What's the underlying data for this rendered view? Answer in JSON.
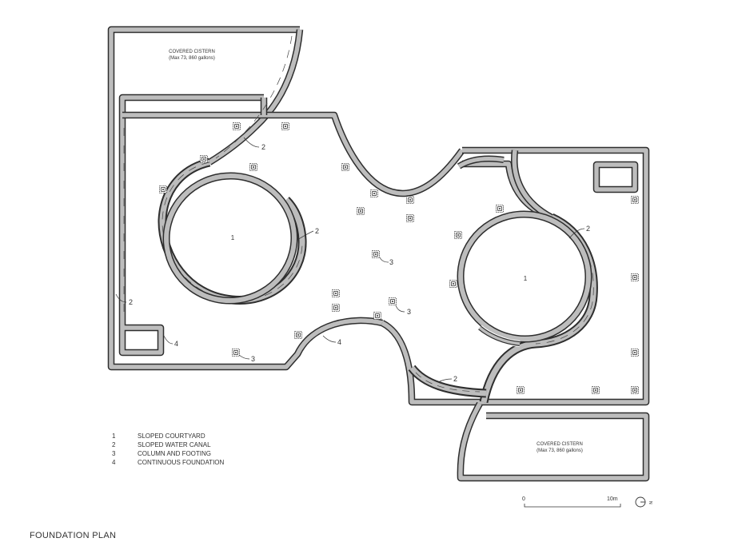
{
  "drawing_title": "FOUNDATION PLAN",
  "cisterns": {
    "top_left": {
      "name": "COVERED CISTERN",
      "capacity": "(Max 73, 860 gallons)"
    },
    "bottom_right": {
      "name": "COVERED CISTERN",
      "capacity": "(Max 73, 860 gallons)"
    }
  },
  "courtyard_labels": {
    "left": "1",
    "right": "1"
  },
  "callouts": {
    "canal": "2",
    "column": "3",
    "foundation": "4"
  },
  "legend": [
    {
      "num": "1",
      "label": "SLOPED COURTYARD"
    },
    {
      "num": "2",
      "label": "SLOPED WATER CANAL"
    },
    {
      "num": "3",
      "label": "COLUMN AND FOOTING"
    },
    {
      "num": "4",
      "label": "CONTINUOUS FOUNDATION"
    }
  ],
  "scale_bar": {
    "start": "0",
    "end": "10m"
  },
  "north_arrow": "N",
  "colors": {
    "wall_fill": "#b9b9b9",
    "wall_edge": "#2e2e2e",
    "text": "#333333"
  }
}
